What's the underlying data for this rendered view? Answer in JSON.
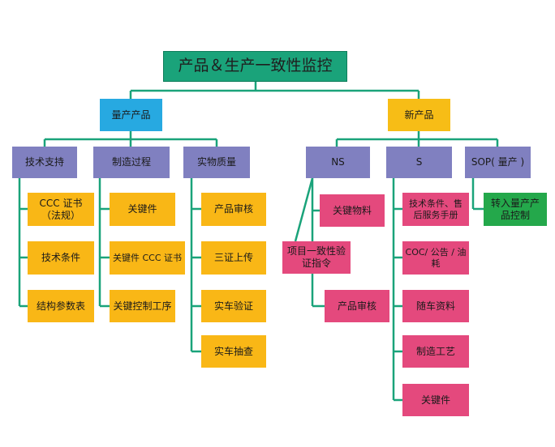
{
  "title": "产品＆生产一致性监控",
  "mass_product": "量产产品",
  "new_product": "新产品",
  "tech_support": {
    "label": "技术支持",
    "items": [
      "CCC 证书（法规）",
      "技术条件",
      "结构参数表"
    ]
  },
  "manufacturing": {
    "label": "制造过程",
    "items": [
      "关键件",
      "关键件 CCC 证书",
      "关键控制工序"
    ]
  },
  "physical_quality": {
    "label": "实物质量",
    "items": [
      "产品审核",
      "三证上传",
      "实车验证",
      "实车抽查"
    ]
  },
  "ns": {
    "label": "NS",
    "items": [
      "关键物料",
      "项目一致性验证指令",
      "产品审核"
    ]
  },
  "s": {
    "label": "S",
    "items": [
      "技术条件、售后服务手册",
      "COC/ 公告 / 油耗",
      "随车资料",
      "制造工艺",
      "关键件"
    ]
  },
  "sop": {
    "label": "SOP( 量产 )",
    "items": [
      "转入量产产品控制"
    ]
  },
  "colors": {
    "root": "#1aa37a",
    "level1": "#27a9e1",
    "level1_new": "#f7bd16",
    "level2": "#8080c0",
    "leaf_mass": "#f9b716",
    "leaf_new": "#e4497d",
    "leaf_sop": "#24a84b",
    "connector": "#1aa37a"
  }
}
